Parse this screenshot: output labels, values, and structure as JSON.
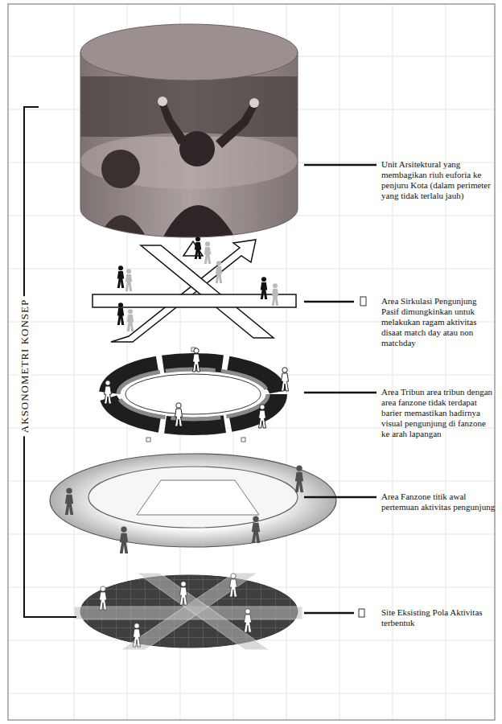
{
  "diagram": {
    "labels": [
      "Unit Arsitektural yang membagikan riuh euforia ke penjuru Kota (dalam perimeter yang tidak terlalu jauh)",
      "Area Sirkulasi Pengunjung Pasif dimungkinkan untuk melakukan ragam aktivitas disaat match day atau non matchday",
      "Area Tribun area tribun dengan area fanzone tidak terdapat barier memastikan hadirnya visual pengunjung di fanzone ke arah lapangan",
      "Area Fanzone titik awal pertemuan aktivitas pengunjung",
      "Site Eksisting Pola Aktivitas terbentuk",
      "AKSONOMETRI KONSEP"
    ]
  }
}
